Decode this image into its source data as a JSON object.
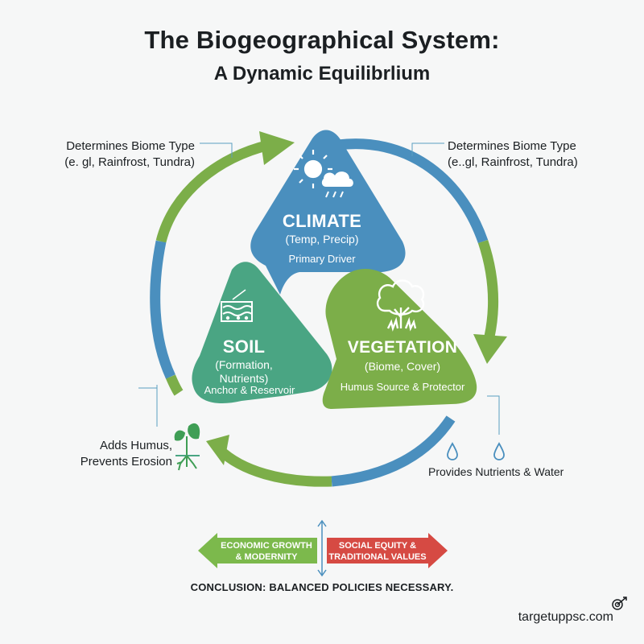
{
  "title": "The Biogeographical System:",
  "subtitle": "A Dynamic Equilibrlium",
  "nodes": {
    "climate": {
      "title": "CLIMATE",
      "sub": "(Temp, Precip)",
      "role": "Primary Driver",
      "color": "#4a8fbe",
      "icons": [
        "sun-icon",
        "rain-cloud-icon"
      ]
    },
    "soil": {
      "title": "SOIL",
      "sub1": "(Formation,",
      "sub2": "Nutrients)",
      "role": "Anchor & Reservoir",
      "color": "#4aa583",
      "icons": [
        "soil-layers-icon"
      ]
    },
    "vegetation": {
      "title": "VEGETATION",
      "sub": "(Biome, Cover)",
      "role": "Humus Source & Protector",
      "color": "#7cae49",
      "icons": [
        "tree-icon"
      ]
    }
  },
  "notes": {
    "top_left": {
      "line1": "Determines Biome Type",
      "line2": "(e. gl, Rainfrost, Tundra)"
    },
    "top_right": {
      "line1": "Determines Biome Type",
      "line2": "(e..gl, Rainfrost, Tundra)"
    },
    "bottom_left": {
      "line1": "Adds Humus,",
      "line2": "Prevents Erosion"
    },
    "bottom_right": {
      "line1": "Provides Nutrients & Water"
    }
  },
  "balance": {
    "left": {
      "line1": "ECONOMIC GROWTH",
      "line2": "& MODERNITY",
      "color": "#7cb94c"
    },
    "right": {
      "line1": "SOCIAL EQUITY &",
      "line2": "TRADITIONAL VALUES",
      "color": "#d64a43"
    }
  },
  "conclusion": "CONCLUSION: BALANCED POLICIES NECESSARY.",
  "brand": "targetuppsc.com",
  "colors": {
    "blue": "#4a8fbe",
    "green": "#7cae49",
    "teal": "#4aa583",
    "red": "#d64a43"
  }
}
